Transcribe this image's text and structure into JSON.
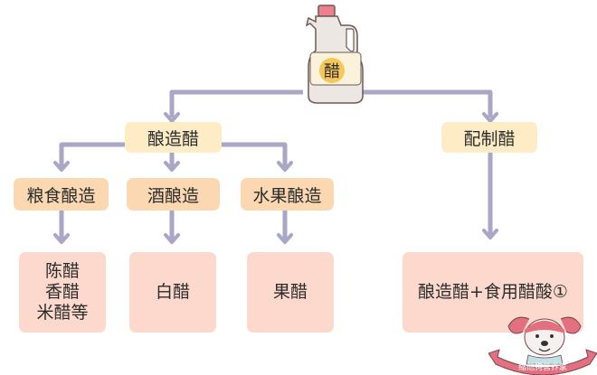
{
  "diagram": {
    "root": {
      "label": "醋",
      "icon": "vinegar-bottle-icon"
    },
    "categories": [
      {
        "label": "酿造醋",
        "children": [
          {
            "label": "粮食酿造",
            "examples": [
              "陈醋",
              "香醋",
              "米醋等"
            ]
          },
          {
            "label": "酒酿造",
            "examples": [
              "白醋"
            ]
          },
          {
            "label": "水果酿造",
            "examples": [
              "果醋"
            ]
          }
        ]
      },
      {
        "label": "配制醋",
        "result": "酿造醋+食用醋酸①"
      }
    ],
    "watermark": "缩他狗营养家"
  },
  "colors": {
    "connector": "#a9a6c6",
    "level1_box": "#fdecc6",
    "level2_box": "#fbd8b2",
    "leaf_box": "#fcd9cc",
    "bottle_cap": "#ef7f8e",
    "bottle_label_circle": "#f6c75a"
  }
}
